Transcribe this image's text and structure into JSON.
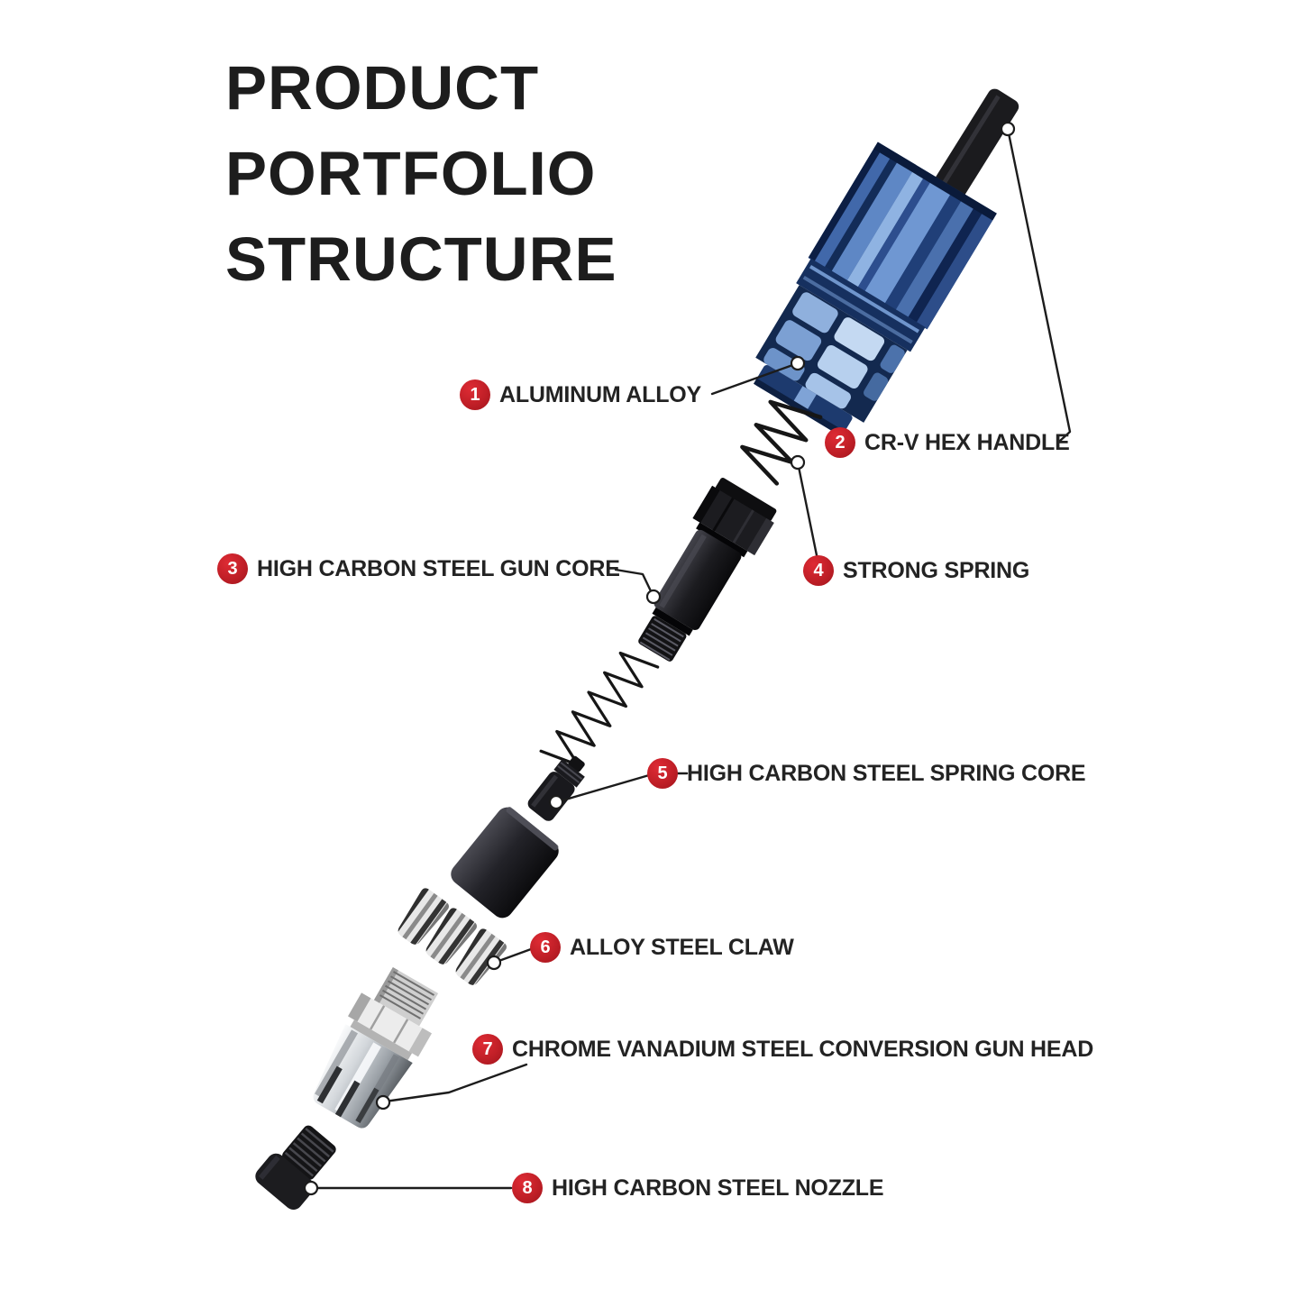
{
  "title": {
    "lines": [
      "PRODUCT",
      "PORTFOLIO",
      "STRUCTURE"
    ]
  },
  "labels": [
    {
      "num": "1",
      "text": "ALUMINUM ALLOY"
    },
    {
      "num": "2",
      "text": "CR-V HEX HANDLE"
    },
    {
      "num": "3",
      "text": "HIGH CARBON STEEL GUN CORE"
    },
    {
      "num": "4",
      "text": "STRONG SPRING"
    },
    {
      "num": "5",
      "text": "HIGH CARBON STEEL SPRING CORE"
    },
    {
      "num": "6",
      "text": "ALLOY STEEL CLAW"
    },
    {
      "num": "7",
      "text": "CHROME VANADIUM STEEL CONVERSION GUN HEAD"
    },
    {
      "num": "8",
      "text": "HIGH CARBON STEEL NOZZLE"
    }
  ],
  "colors": {
    "accent_red": "#c01f27",
    "body_blue": "#2c4f97",
    "text_dark": "#1e1e1e"
  }
}
